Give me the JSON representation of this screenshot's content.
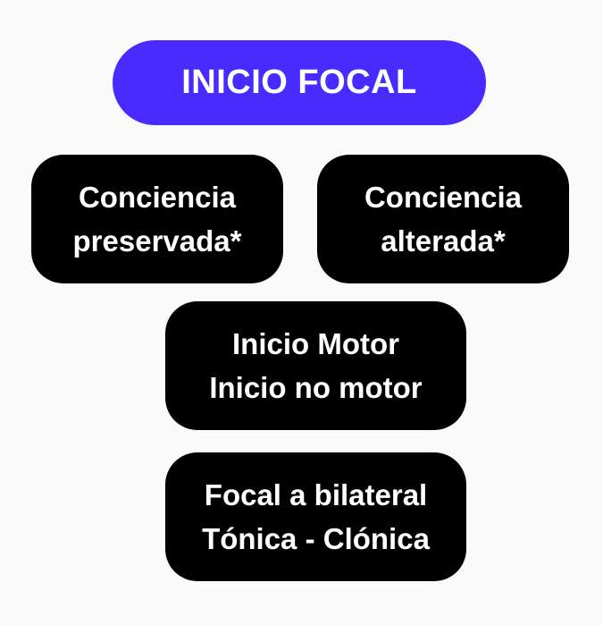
{
  "diagram": {
    "title": "INICIO FOCAL",
    "nodes": [
      {
        "lines": [
          "Conciencia",
          "preservada*"
        ]
      },
      {
        "lines": [
          "Conciencia",
          "alterada*"
        ]
      },
      {
        "lines": [
          "Inicio Motor",
          "Inicio no motor"
        ]
      },
      {
        "lines": [
          "Focal a bilateral",
          "Tónica - Clónica"
        ]
      }
    ]
  },
  "colors": {
    "background": "#fafafa",
    "title_fill": "#4a2bff",
    "node_fill": "#000000",
    "text": "#ffffff"
  }
}
